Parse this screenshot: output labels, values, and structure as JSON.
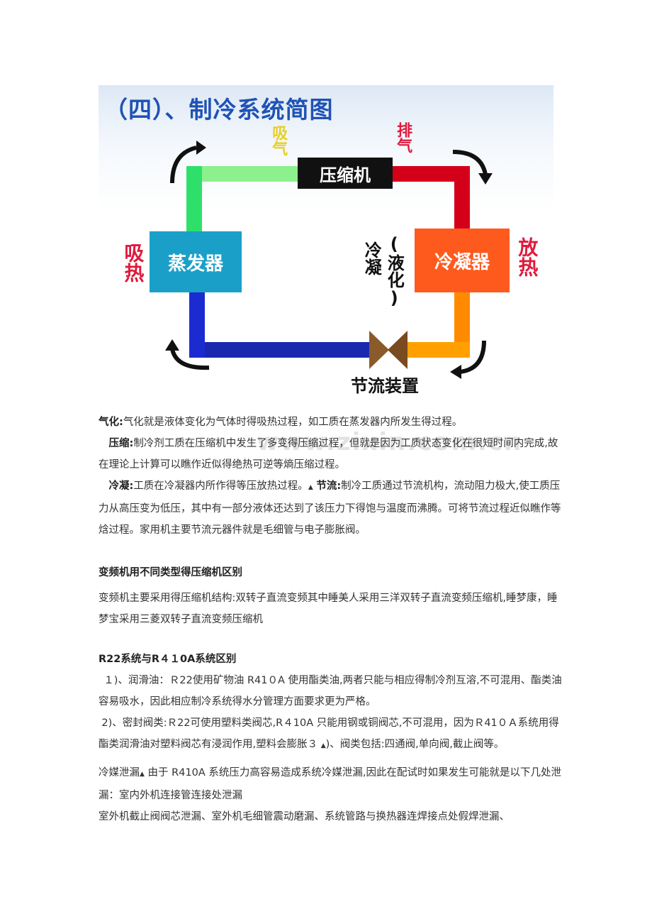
{
  "diagram": {
    "title": "（四）、制冷系统简图",
    "compressor": "压缩机",
    "evaporator": "蒸发器",
    "condenser": "冷凝器",
    "throttle": "节流装置",
    "suction": "吸气",
    "discharge": "排气",
    "absorb_heat": "吸热",
    "release_heat": "放热",
    "condense": "冷凝",
    "liquefy": "(液化)",
    "colors": {
      "title": "#1f52b5",
      "suction_pipe": "#8cf08c",
      "evaporator": "#1aa0c8",
      "discharge_pipe": "#d4001a",
      "condenser": "#ff5a1e",
      "liquid_pipe": "#ff8a00",
      "return_pipe": "#1a28b0",
      "heat_label": "#e01a3c"
    }
  },
  "paragraphs": {
    "p1_term": "气化:",
    "p1_text": "气化就是液体变化为气体时得吸热过程，如工质在蒸发器内所发生得过程。",
    "p2_term": "压缩:",
    "p2_text": "制冷剂工质在压缩机中发生了多变得压缩过程，但就是因为工质状态变化在很短时间内完成,故在理论上计算可以瞧作近似得绝热可逆等熵压缩过程。",
    "p3_term": "冷凝:",
    "p3_text": "工质在冷凝器内所作得等压放热过程。",
    "p3_mark": "▲",
    "p4_term": "节流:",
    "p4_text": "制冷工质通过节流机构，流动阻力极大,使工质压力从高压变为低压，其中有一部分液体还达到了该压力下得饱与温度而沸腾。可将节流过程近似瞧作等焓过程。家用机主要节流元器件就是毛细管与电子膨胀阀。",
    "h1": "变频机用不同类型得压缩机区别",
    "p5": "变频机主要采用得压缩机结构:双转子直流变频其中睡美人采用三洋双转子直流变频压缩机,睡梦康，睡梦宝采用三菱双转子直流变频压缩机",
    "h2": "R22系统与R４１0A系统区别",
    "p6": "１)、润滑油：Ｒ22使用矿物油 R41０A 使用酯类油,两者只能与相应得制冷剂互溶,不可混用、酯类油容易吸水，因此相应制冷系统得水分管理方面要求更为严格。",
    "p7a": "2)、密封阀类:Ｒ22可使用塑料类阀芯,R４10A 只能用钢或铜阀芯,不可混用，因为Ｒ41０Ａ系统用得酯类润滑油对塑料阀芯有浸润作用,塑料会膨胀３",
    "p7_mark": "▲",
    "p7b": ")、阀类包括:四通阀,单向阀,截止阀等。",
    "p8_lead": "冷媒泄漏",
    "p8_mark": "▲",
    "p8": " 由于 R410A 系统压力高容易造成系统冷媒泄漏,因此在配试时如果发生可能就是以下几处泄漏：室内外机连接管连接处泄漏",
    "p9": "室外机截止阀阀芯泄漏、室外机毛细管震动磨漏、系统管路与换热器连焊接点处假焊泄漏、"
  },
  "watermark": "www.zixin.com.cn"
}
